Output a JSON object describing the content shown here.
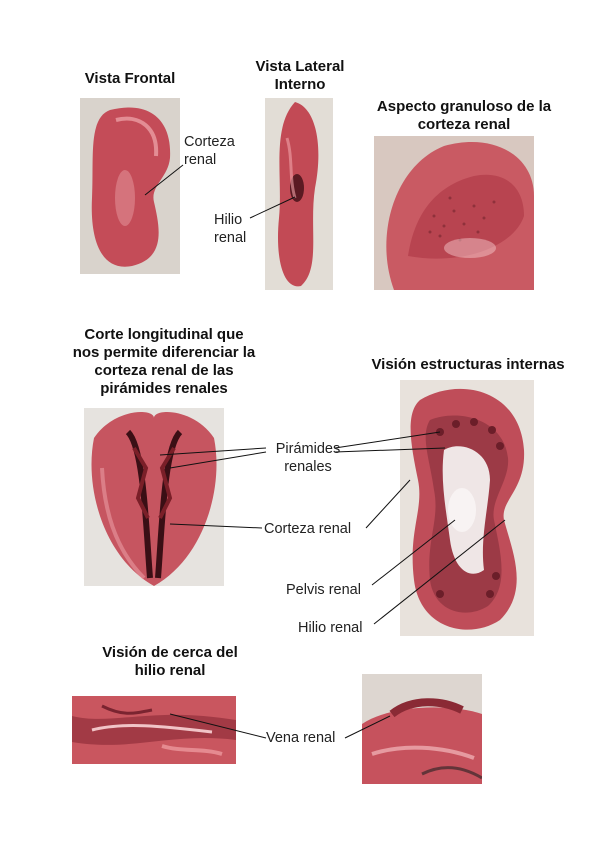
{
  "sections": {
    "frontal": {
      "title": "Vista Frontal",
      "label_cortex": "Corteza renal"
    },
    "lateral": {
      "title_line1": "Vista Lateral",
      "title_line2": "Interno",
      "label_hilum": "Hilio renal"
    },
    "granular": {
      "title_line1": "Aspecto granuloso de la",
      "title_line2": "corteza renal"
    },
    "longitudinal": {
      "title_line1": "Corte longitudinal que",
      "title_line2": "nos permite diferenciar la",
      "title_line3": "corteza renal de las",
      "title_line4": "pirámides renales",
      "label_pyramids_1": "Pirámides",
      "label_pyramids_2": "renales",
      "label_cortex": "Corteza renal"
    },
    "internal": {
      "title": "Visión estructuras internas",
      "label_pelvis": "Pelvis renal",
      "label_hilum": "Hilio renal"
    },
    "closeup": {
      "title_line1": "Visión de cerca del",
      "title_line2": "hilio renal",
      "label_vein": "Vena renal"
    }
  },
  "colors": {
    "kidney": "#c8505a",
    "kidney_dark": "#9a2f3a",
    "kidney_light": "#e58a90",
    "background_photo": "#e9e4df"
  }
}
